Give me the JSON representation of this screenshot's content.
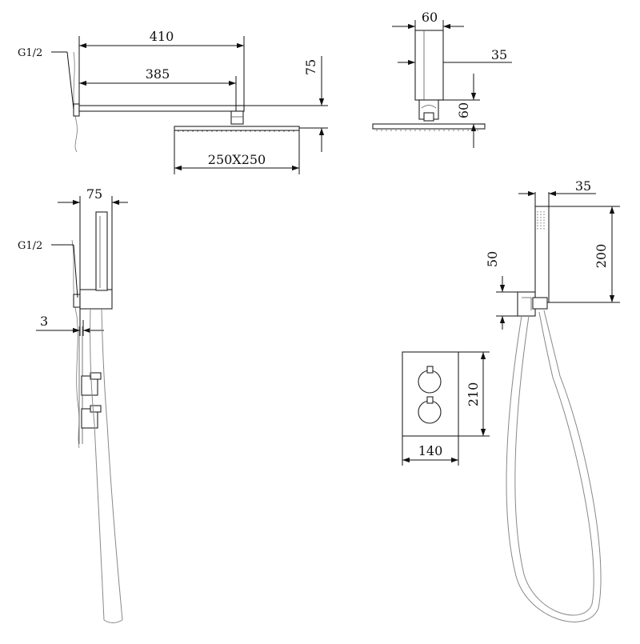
{
  "dimensions": {
    "arm_length": "410",
    "arm_reach": "385",
    "arm_drop": "75",
    "head_size": "250X250",
    "thread_top": "G1/2",
    "side_width": "60",
    "side_thickness": "35",
    "side_height": "60",
    "holder_depth": "75",
    "thread_side": "G1/2",
    "wall_gap": "3",
    "hand_width": "35",
    "hand_height": "200",
    "outlet_height": "50",
    "plate_height": "210",
    "plate_width": "140"
  }
}
